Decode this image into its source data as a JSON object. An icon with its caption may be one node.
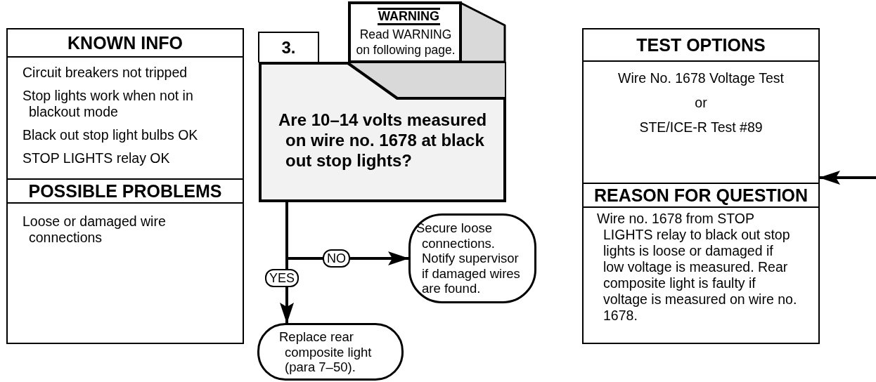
{
  "diagram": {
    "nodes": [
      {
        "text": [
          "KNOWN INFO",
          "Circuit breakers not tripped",
          "Stop lights work when not in blackout mode",
          "Black out stop light bulbs OK",
          "STOP LIGHTS relay OK",
          "POSSIBLE PROBLEMS",
          "Loose or damaged wire connections"
        ]
      },
      {
        "text": [
          "3."
        ]
      },
      {
        "text": [
          "Are 10–14 volts measured on wire no. 1678 at black out stop lights?"
        ]
      },
      {
        "text": [
          "WARNING",
          "Read WARNING on following page."
        ]
      },
      {
        "text": [
          "Secure loose connections. Notify supervisor if damaged wires are found."
        ]
      },
      {
        "text": [
          "Replace rear composite light (para 7–50)."
        ]
      },
      {
        "text": [
          "TEST OPTIONS",
          "Wire No. 1678 Voltage Test",
          "or",
          "STE/ICE-R Test #89",
          "REASON FOR QUESTION",
          "Wire no. 1678 from STOP LIGHTS relay to black out stop lights is loose or damaged if low voltage is measured. Rear composite light is faulty if voltage is measured on wire no. 1678."
        ]
      }
    ],
    "edges": [
      {
        "from": 2,
        "to": 4,
        "arrow": "to",
        "label": "NO"
      },
      {
        "from": 2,
        "to": 5,
        "arrow": "to",
        "label": "YES"
      },
      {
        "from": null,
        "to": 6,
        "arrow": "to"
      }
    ]
  }
}
